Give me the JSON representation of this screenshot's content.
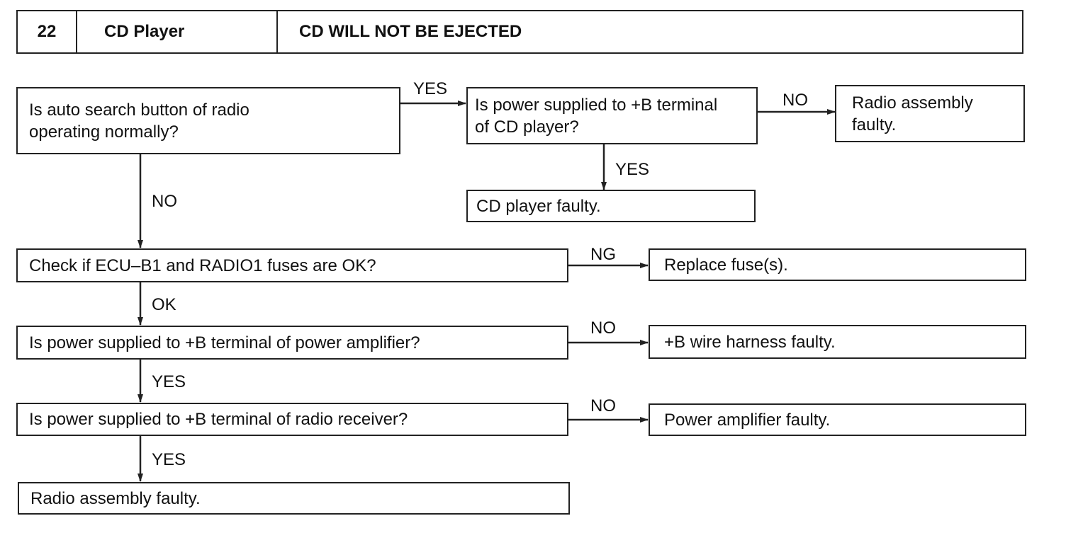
{
  "header": {
    "number": "22",
    "system": "CD Player",
    "title": "CD WILL NOT BE EJECTED"
  },
  "nodes": {
    "q_auto_search": "Is auto search button of radio\noperating normally?",
    "q_power_cd": "Is power supplied to +B terminal\nof CD player?",
    "r_radio_faulty_top": "Radio assembly\nfaulty.",
    "r_cd_faulty": "CD player faulty.",
    "q_fuses": "Check if ECU–B1 and RADIO1 fuses are OK?",
    "r_replace_fuse": "Replace fuse(s).",
    "q_power_amp": "Is power supplied to +B terminal of power amplifier?",
    "r_harness": "+B wire harness faulty.",
    "q_power_receiver": "Is power supplied to +B terminal of radio receiver?",
    "r_amp_faulty": "Power amplifier faulty.",
    "r_radio_faulty_bottom": "Radio assembly faulty."
  },
  "edges": {
    "auto_yes": "YES",
    "cd_no": "NO",
    "cd_yes": "YES",
    "auto_no": "NO",
    "fuse_ng": "NG",
    "fuse_ok": "OK",
    "amp_no": "NO",
    "amp_yes": "YES",
    "recv_no": "NO",
    "recv_yes": "YES"
  }
}
